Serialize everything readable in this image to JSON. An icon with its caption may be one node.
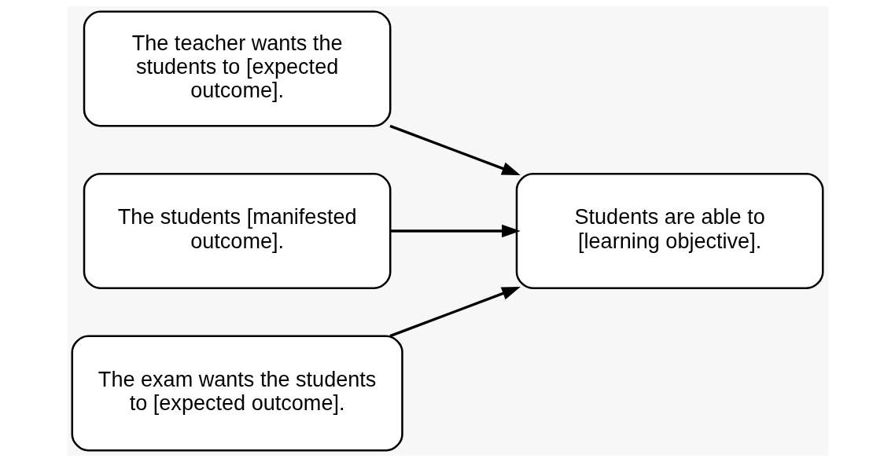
{
  "diagram": {
    "nodes": [
      {
        "text": [
          "The teacher wants the students to [expected outcome]."
        ]
      },
      {
        "text": [
          "The students [manifested outcome]."
        ]
      },
      {
        "text": [
          "The exam wants the students to [expected outcome]."
        ]
      },
      {
        "text": [
          "Students are able to [learning objective]."
        ]
      }
    ],
    "edges": [
      {
        "from": 0,
        "to": 3,
        "arrow": "to"
      },
      {
        "from": 1,
        "to": 3,
        "arrow": "to"
      },
      {
        "from": 2,
        "to": 3,
        "arrow": "to"
      }
    ]
  }
}
